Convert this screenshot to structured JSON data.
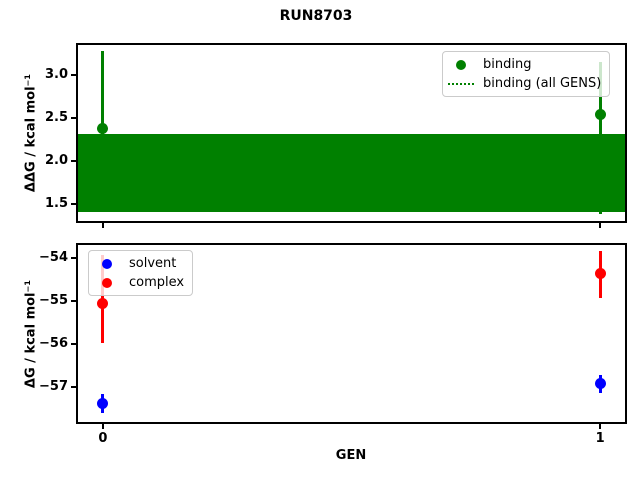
{
  "figure": {
    "title": "RUN8703",
    "background": "#ffffff",
    "text_color": "#000000"
  },
  "chart_data": [
    {
      "type": "errorbar",
      "ylabel": "ΔΔG / kcal mol⁻¹",
      "xlim": [
        -0.05,
        1.05
      ],
      "ylim": [
        1.3,
        3.35
      ],
      "yticks": [
        1.5,
        2.0,
        2.5,
        3.0
      ],
      "ytick_labels": [
        "1.5",
        "2.0",
        "2.5",
        "3.0"
      ],
      "xticks": [
        0,
        1
      ],
      "xtick_labels": [
        "",
        ""
      ],
      "series": [
        {
          "name": "binding",
          "color": "#008000",
          "marker": "circle",
          "x": [
            0,
            1
          ],
          "y": [
            2.38,
            2.54
          ],
          "y_lo": [
            1.43,
            1.38
          ],
          "y_hi": [
            3.28,
            3.15
          ]
        }
      ],
      "band": {
        "name": "binding (all GENS)",
        "color": "#008000",
        "x_span": [
          -0.05,
          1.05
        ],
        "y_lo": 1.4,
        "y_hi": 2.31
      },
      "legend": {
        "position": "upper right",
        "entries": [
          {
            "label": "binding",
            "swatch": "dot",
            "color": "#008000"
          },
          {
            "label": "binding (all GENS)",
            "swatch": "dotted-line",
            "color": "#008000"
          }
        ]
      }
    },
    {
      "type": "errorbar",
      "xlabel": "GEN",
      "ylabel": "ΔG / kcal mol⁻¹",
      "xlim": [
        -0.05,
        1.05
      ],
      "ylim": [
        -57.81,
        -53.7
      ],
      "yticks": [
        -54,
        -55,
        -56,
        -57
      ],
      "ytick_labels": [
        "−54",
        "−55",
        "−56",
        "−57"
      ],
      "xticks": [
        0,
        1
      ],
      "xtick_labels": [
        "0",
        "1"
      ],
      "series": [
        {
          "name": "solvent",
          "color": "#0000ff",
          "marker": "circle",
          "x": [
            0,
            1
          ],
          "y": [
            -57.37,
            -56.92
          ],
          "y_lo": [
            -57.6,
            -57.14
          ],
          "y_hi": [
            -57.15,
            -56.71
          ]
        },
        {
          "name": "complex",
          "color": "#ff0000",
          "marker": "circle",
          "x": [
            0,
            1
          ],
          "y": [
            -55.05,
            -54.37
          ],
          "y_lo": [
            -55.97,
            -54.92
          ],
          "y_hi": [
            -53.93,
            -53.85
          ]
        }
      ],
      "legend": {
        "position": "upper left",
        "entries": [
          {
            "label": "solvent",
            "swatch": "dot",
            "color": "#0000ff"
          },
          {
            "label": "complex",
            "swatch": "dot",
            "color": "#ff0000"
          }
        ]
      }
    }
  ]
}
